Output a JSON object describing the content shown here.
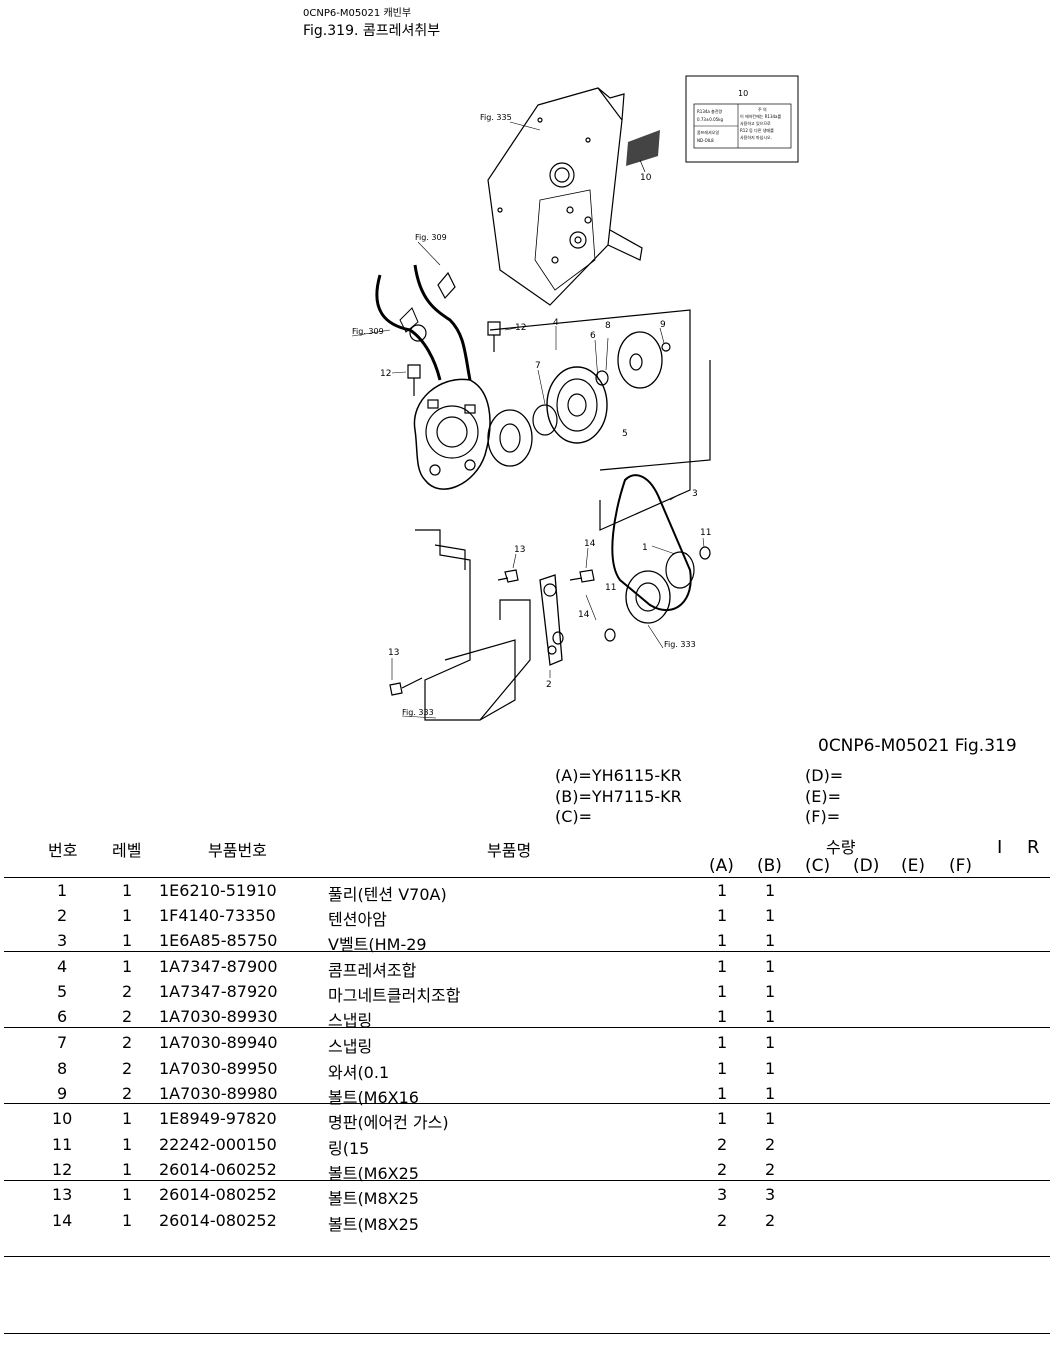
{
  "header": {
    "code_line": "0CNP6-M05021   캐빈부",
    "fig_title": "Fig.319.  콤프레셔취부"
  },
  "diagram": {
    "fig_refs": [
      "Fig. 335",
      "Fig. 309",
      "Fig. 309",
      "Fig. 333",
      "Fig. 333"
    ],
    "callouts": [
      "1",
      "2",
      "3",
      "4",
      "5",
      "6",
      "7",
      "8",
      "9",
      "10",
      "11",
      "12",
      "13",
      "14"
    ],
    "label": {
      "number": "10",
      "left_lines": [
        "R134a 충전량",
        "0.73±0.05kg",
        "콤프레셔오일",
        "ND-OIL8"
      ],
      "right_lines": [
        "주 의",
        "이 에어컨에는 R134a를",
        "사용하고 있으므로",
        "R12 등 다른 냉매를",
        "사용하지 마십시오."
      ]
    }
  },
  "ref_title": "0CNP6-M05021    Fig.319",
  "models": {
    "left": [
      "(A)=YH6115-KR",
      "(B)=YH7115-KR",
      "(C)="
    ],
    "right": [
      "(D)=",
      "(E)=",
      "(F)="
    ]
  },
  "table": {
    "headers": {
      "no": "번호",
      "level": "레벨",
      "part_no": "부품번호",
      "part_name": "부품명",
      "qty": "수량",
      "cols": [
        "(A)",
        "(B)",
        "(C)",
        "(D)",
        "(E)",
        "(F)"
      ],
      "i": "I",
      "r": "R"
    },
    "rows": [
      {
        "no": "1",
        "level": "1",
        "part_no": "1E6210-51910",
        "name": "풀리(텐션 V70A)",
        "a": "1",
        "b": "1"
      },
      {
        "no": "2",
        "level": "1",
        "part_no": "1F4140-73350",
        "name": "텐션아암",
        "a": "1",
        "b": "1"
      },
      {
        "no": "3",
        "level": "1",
        "part_no": "1E6A85-85750",
        "name": "V벨트(HM-29",
        "a": "1",
        "b": "1"
      },
      {
        "no": "4",
        "level": "1",
        "part_no": "1A7347-87900",
        "name": "콤프레셔조합",
        "a": "1",
        "b": "1"
      },
      {
        "no": "5",
        "level": "2",
        "part_no": "1A7347-87920",
        "name": "마그네트클러치조합",
        "a": "1",
        "b": "1"
      },
      {
        "no": "6",
        "level": "2",
        "part_no": "1A7030-89930",
        "name": "스냅링",
        "a": "1",
        "b": "1"
      },
      {
        "no": "7",
        "level": "2",
        "part_no": "1A7030-89940",
        "name": "스냅링",
        "a": "1",
        "b": "1"
      },
      {
        "no": "8",
        "level": "2",
        "part_no": "1A7030-89950",
        "name": "와셔(0.1",
        "a": "1",
        "b": "1"
      },
      {
        "no": "9",
        "level": "2",
        "part_no": "1A7030-89980",
        "name": "볼트(M6X16",
        "a": "1",
        "b": "1"
      },
      {
        "no": "10",
        "level": "1",
        "part_no": "1E8949-97820",
        "name": "명판(에어컨 가스)",
        "a": "1",
        "b": "1"
      },
      {
        "no": "11",
        "level": "1",
        "part_no": "22242-000150",
        "name": "링(15",
        "a": "2",
        "b": "2"
      },
      {
        "no": "12",
        "level": "1",
        "part_no": "26014-060252",
        "name": "볼트(M6X25",
        "a": "2",
        "b": "2"
      },
      {
        "no": "13",
        "level": "1",
        "part_no": "26014-080252",
        "name": "볼트(M8X25",
        "a": "3",
        "b": "3"
      },
      {
        "no": "14",
        "level": "1",
        "part_no": "26014-080252",
        "name": "볼트(M8X25",
        "a": "2",
        "b": "2"
      }
    ]
  }
}
